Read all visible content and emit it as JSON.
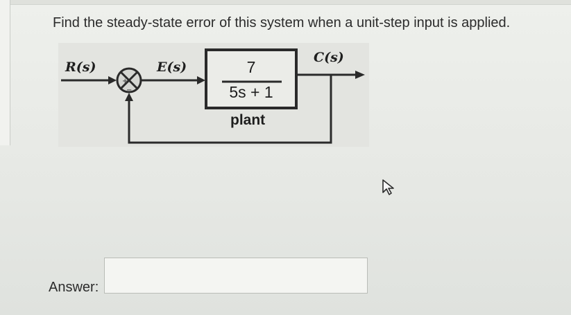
{
  "question": {
    "text": "Find the steady-state error of this system when a unit-step input is applied."
  },
  "diagram": {
    "input_label": "R(s)",
    "error_label": "E(s)",
    "output_label": "C(s)",
    "plant": {
      "numerator": "7",
      "denominator": "5s + 1",
      "label": "plant"
    },
    "summing_junction": {
      "plus_sign": "+",
      "minus_sign": "−"
    }
  },
  "answer": {
    "label": "Answer:",
    "value": ""
  },
  "icons": {
    "cursor": "mouse-pointer-icon",
    "summing": "summing-junction-icon"
  },
  "colors": {
    "text": "#2b2b2b",
    "diagram_line": "#2a2a2a",
    "panel_bg": "#e3e4e0"
  }
}
